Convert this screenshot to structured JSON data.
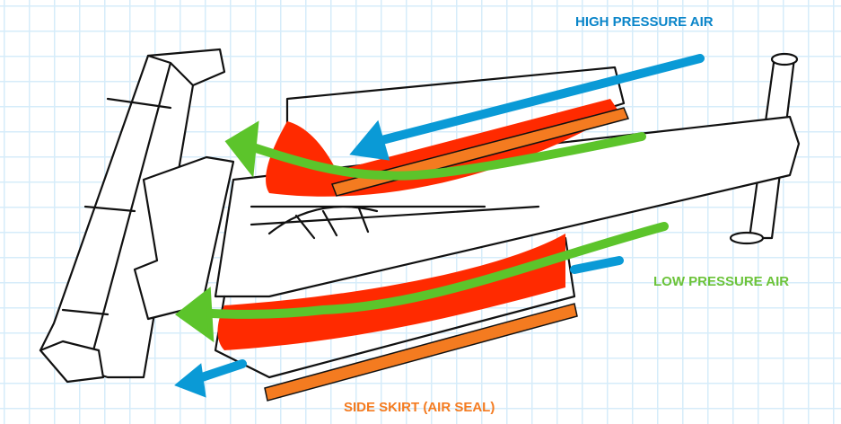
{
  "labels": {
    "high_pressure": "HIGH PRESSURE AIR",
    "low_pressure": "LOW PRESSURE AIR",
    "side_skirt": "SIDE SKIRT (AIR SEAL)"
  },
  "colors": {
    "high_pressure": "#0a9ad6",
    "low_pressure": "#5cc42b",
    "skirt": "#f47b20",
    "low_pressure_zone": "#ff2a00",
    "grid": "#d6ecfa"
  }
}
